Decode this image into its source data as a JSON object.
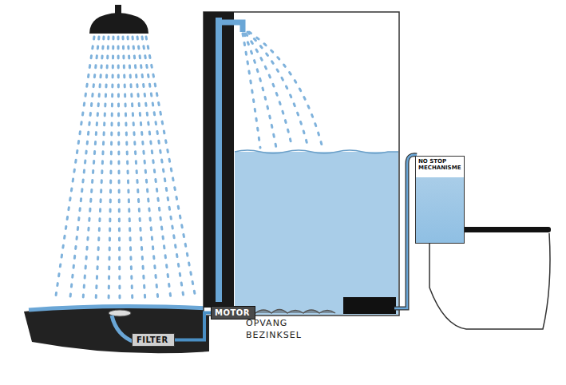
{
  "diagram": {
    "nodes": [
      {
        "text": [
          "FILTER"
        ]
      },
      {
        "text": [
          "MOTOR"
        ]
      },
      {
        "text": [
          "NO STOP MECHANISME"
        ]
      }
    ],
    "edges": [
      {
        "from": 0,
        "to": 1,
        "arrow": "none"
      }
    ],
    "labels": [
      "OPVANG BEZINKSEL"
    ]
  }
}
